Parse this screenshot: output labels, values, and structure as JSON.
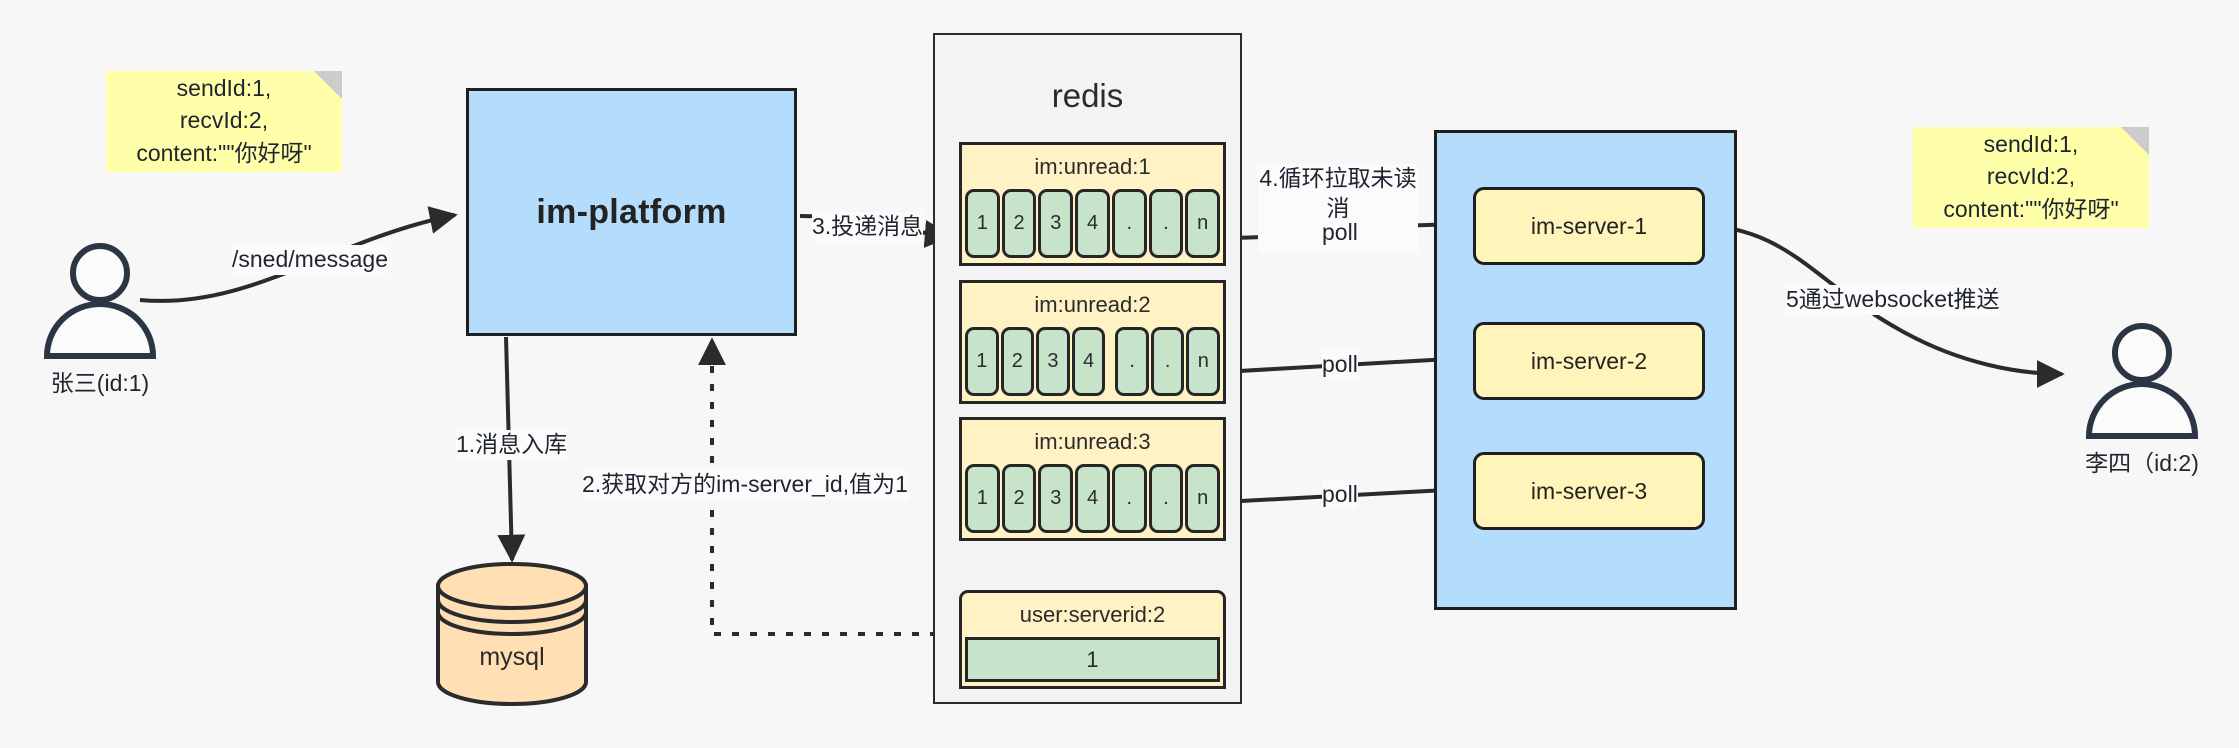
{
  "diagram": {
    "title": "IM message delivery architecture",
    "colors": {
      "background": "#f7f7f7",
      "note_yellow": "#ffffaa",
      "node_blue": "#b3ddfb",
      "queue_yellow": "#fff2c4",
      "cell_green": "#c7e4cb",
      "server_yellow": "#fff5ba",
      "db_orange": "#ffdfb3",
      "stroke": "#1f1f1f"
    }
  },
  "notes": {
    "left": "sendId:1,\nrecvId:2,\ncontent:\"\"你好呀\"",
    "right": "sendId:1,\nrecvId:2,\ncontent:\"\"你好呀\""
  },
  "actors": {
    "sender": {
      "label": "张三(id:1)"
    },
    "receiver": {
      "label": "李四（id:2)"
    }
  },
  "platform": {
    "label": "im-platform"
  },
  "database": {
    "label": "mysql"
  },
  "redis": {
    "title": "redis",
    "queues": [
      {
        "title": "im:unread:1",
        "cells": [
          "1",
          "2",
          "3",
          "4",
          ".",
          ".",
          "n"
        ]
      },
      {
        "title": "im:unread:2",
        "cells": [
          "1",
          "2",
          "3",
          "4",
          ".",
          ".",
          "n"
        ]
      },
      {
        "title": "im:unread:3",
        "cells": [
          "1",
          "2",
          "3",
          "4",
          ".",
          ".",
          "n"
        ]
      }
    ],
    "kv": {
      "title": "user:serverid:2",
      "value": "1"
    }
  },
  "cluster": {
    "servers": [
      {
        "label": "im-server-1"
      },
      {
        "label": "im-server-2"
      },
      {
        "label": "im-server-3"
      }
    ]
  },
  "edge_labels": {
    "send_message": "/sned/message",
    "step1": "1.消息入库",
    "step2": "2.获取对方的im-server_id,值为1",
    "step3": "3.投递消息",
    "step4": "4.循环拉取未读消\n息",
    "poll1": "poll",
    "poll2": "poll",
    "poll3": "poll",
    "step5": "5通过websocket推送"
  }
}
